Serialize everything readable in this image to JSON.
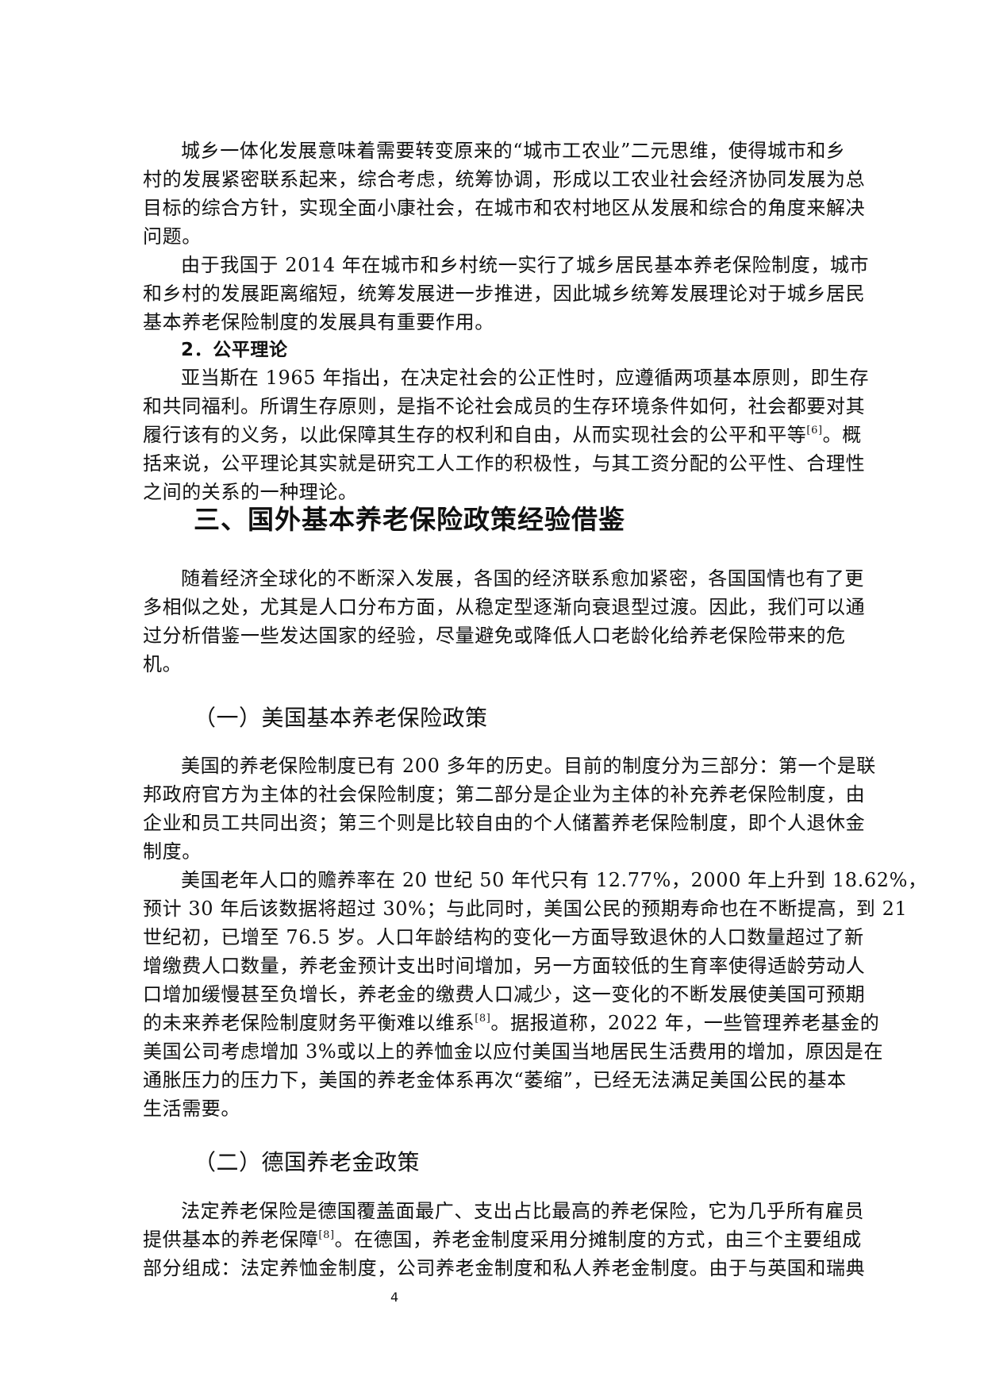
{
  "page_number": "4",
  "section1": {
    "para1": [
      "城乡一体化发展意味着需要转变原来的“城市工农业”二元思维，使得城市和乡",
      "村的发展紧密联系起来，综合考虑，统筹协调，形成以工农业社会经济协同发展为总",
      "目标的综合方针，实现全面小康社会，在城市和农村地区从发展和综合的角度来解决",
      "问题。"
    ],
    "para2": [
      "由于我国于 2014 年在城市和乡村统一实行了城乡居民基本养老保险制度，城市",
      "和乡村的发展距离缩短，统筹发展进一步推进，因此城乡统筹发展理论对于城乡居民",
      "基本养老保险制度的发展具有重要作用。"
    ],
    "subheading": "2．公平理论",
    "para3": [
      "亚当斯在 1965 年指出，在决定社会的公正性时，应遵循两项基本原则，即生存",
      "和共同福利。所谓生存原则，是指不论社会成员的生存环境条件如何，社会都要对其",
      "履行该有的义务，以此保障其生存的权利和自由，从而实现社会的公平和平等",
      "括来说，公平理论其实就是研究工人工作的积极性，与其工资分配的公平性、合理性",
      "之间的关系的一种理论。"
    ],
    "para3_ref": "[6]",
    "para3_line3_tail": "。概"
  },
  "chapter": {
    "title": "三、国外基本养老保险政策经验借鉴",
    "intro": [
      "随着经济全球化的不断深入发展，各国的经济联系愈加紧密，各国国情也有了更",
      "多相似之处，尤其是人口分布方面，从稳定型逐渐向衰退型过渡。因此，我们可以通",
      "过分析借鉴一些发达国家的经验，尽量避免或降低人口老龄化给养老保险带来的危",
      "机。"
    ]
  },
  "usa": {
    "heading": "（一）美国基本养老保险政策",
    "para1": [
      "美国的养老保险制度已有 200 多年的历史。目前的制度分为三部分：第一个是联",
      "邦政府官方为主体的社会保险制度；第二部分是企业为主体的补充养老保险制度，由",
      "企业和员工共同出资；第三个则是比较自由的个人储蓄养老保险制度，即个人退休金",
      "制度。"
    ],
    "para2": [
      "美国老年人口的赡养率在 20 世纪 50 年代只有 12.77%，2000 年上升到 18.62%，",
      "预计 30 年后该数据将超过 30%；与此同时，美国公民的预期寿命也在不断提高，到 21",
      "世纪初，已增至 76.5 岁。人口年龄结构的变化一方面导致退休的人口数量超过了新",
      "增缴费人口数量，养老金预计支出时间增加，另一方面较低的生育率使得适龄劳动人",
      "口增加缓慢甚至负增长，养老金的缴费人口减少，这一变化的不断发展使美国可预期",
      "的未来养老保险制度财务平衡难以维系",
      "美国公司考虑增加 3%或以上的养恤金以应付美国当地居民生活费用的增加，原因是在",
      "通胀压力的压力下，美国的养老金体系再次“萎缩”，已经无法满足美国公民的基本",
      "生活需要。"
    ],
    "para2_ref": "[8]",
    "para2_line6_tail": "。据报道称，2022 年，一些管理养老基金的"
  },
  "germany": {
    "heading": "（二）德国养老金政策",
    "para1": [
      "法定养老保险是德国覆盖面最广、支出占比最高的养老保险，它为几乎所有雇员",
      "提供基本的养老保障",
      "部分组成：法定养恤金制度，公司养老金制度和私人养老金制度。由于与英国和瑞典"
    ],
    "para1_ref": "[8]",
    "para1_line2_tail": "。在德国，养老金制度采用分摊制度的方式，由三个主要组成"
  }
}
